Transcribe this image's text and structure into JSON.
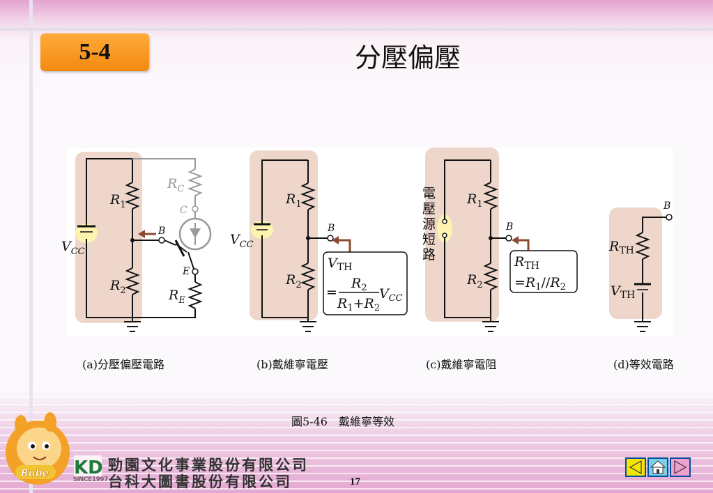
{
  "header": {
    "section_badge": "5-4",
    "title": "分壓偏壓"
  },
  "diagram": {
    "a": {
      "label": "(a)分壓偏壓電路",
      "r1_main": "R",
      "r1_sub": "1",
      "r2_main": "R",
      "r2_sub": "2",
      "rc_main": "R",
      "rc_sub": "C",
      "re_main": "R",
      "re_sub": "E",
      "vcc_main": "V",
      "vcc_sub": "CC",
      "node_b": "B",
      "node_c": "C",
      "node_e": "E"
    },
    "b": {
      "label": "(b)戴維寧電壓",
      "r1_main": "R",
      "r1_sub": "1",
      "r2_main": "R",
      "r2_sub": "2",
      "vcc_main": "V",
      "vcc_sub": "CC",
      "node_b": "B",
      "vth_main": "V",
      "vth_sub": "TH",
      "eq_sign": "=",
      "num_main": "R",
      "num_sub": "2",
      "den_r1_main": "R",
      "den_r1_sub": "1",
      "den_plus": "+",
      "den_r2_main": "R",
      "den_r2_sub": "2",
      "eq_vcc_main": "V",
      "eq_vcc_sub": "CC"
    },
    "c": {
      "label": "(c)戴維寧電阻",
      "short_label": [
        "電",
        "壓",
        "源",
        "短",
        "路"
      ],
      "r1_main": "R",
      "r1_sub": "1",
      "r2_main": "R",
      "r2_sub": "2",
      "node_b": "B",
      "rth_main": "R",
      "rth_sub": "TH",
      "eq_sign": "=",
      "eq_r1_main": "R",
      "eq_r1_sub": "1",
      "eq_parallel": "//",
      "eq_r2_main": "R",
      "eq_r2_sub": "2"
    },
    "d": {
      "label": "(d)等效電路",
      "rth_main": "R",
      "rth_sub": "TH",
      "vth_main": "V",
      "vth_sub": "TH",
      "node_b": "B"
    }
  },
  "caption": "圖5-46　戴維寧等效",
  "footer": {
    "mascot": "Bube",
    "logo": "KD",
    "since": "SINCE1997",
    "company_line1": "勁園文化事業股份有限公司",
    "company_line2": "台科大圖書股份有限公司",
    "page_number": "17"
  },
  "colors": {
    "accent": "#f29a20",
    "highlight": "#eed6ca",
    "arrow": "#8b4a2f",
    "nav_arrow": "#f5e600",
    "nav_border": "#004f9e"
  }
}
